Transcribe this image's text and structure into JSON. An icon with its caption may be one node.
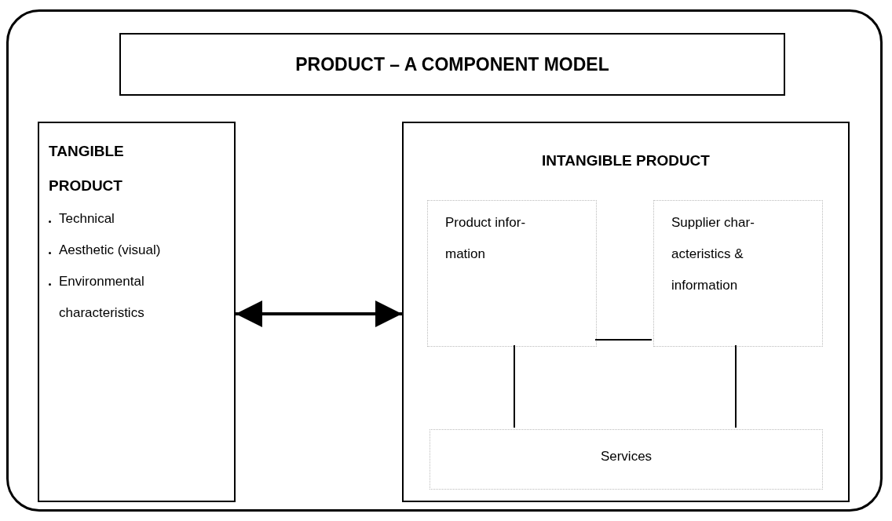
{
  "diagram": {
    "nodes": [
      {
        "text": [
          "PRODUCT – A COMPONENT MODEL"
        ]
      },
      {
        "text": [
          "TANGIBLE PRODUCT",
          "Technical",
          "Aesthetic (visual)",
          "Environmental characteristics"
        ]
      },
      {
        "text": [
          "INTANGIBLE PRODUCT"
        ]
      },
      {
        "text": [
          "Product infor- mation"
        ],
        "in": 2
      },
      {
        "text": [
          "Supplier char- acteristics & information"
        ],
        "in": 2
      },
      {
        "text": [
          "Services"
        ],
        "in": 2
      }
    ],
    "edges": [
      {
        "from": 1,
        "to": 2,
        "arrow": "both",
        "style": "thick"
      },
      {
        "from": 3,
        "to": 4,
        "arrow": "none"
      },
      {
        "from": 3,
        "to": 5,
        "arrow": "none"
      },
      {
        "from": 4,
        "to": 5,
        "arrow": "none"
      }
    ]
  }
}
